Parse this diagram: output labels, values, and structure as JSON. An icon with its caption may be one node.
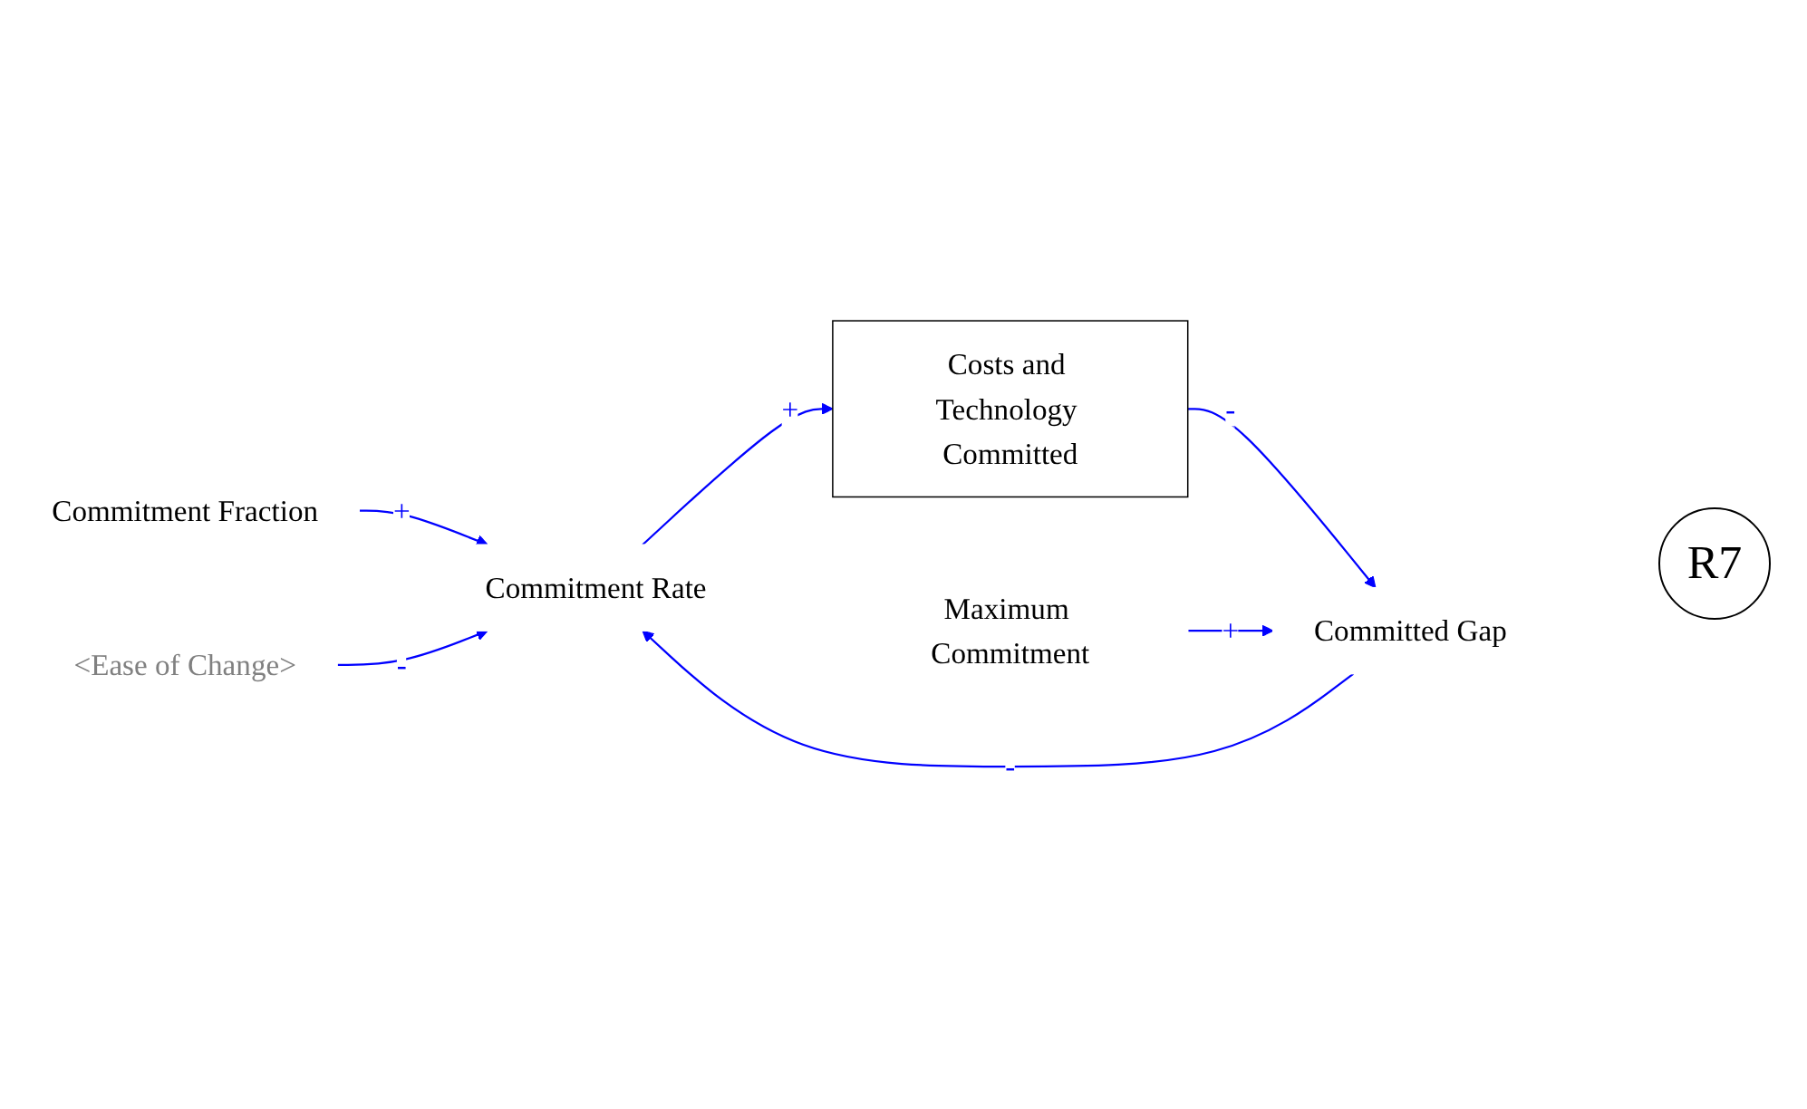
{
  "diagram": {
    "nodes": [
      {
        "text": [
          "Commitment Fraction"
        ]
      },
      {
        "text": [
          "<Ease of Change>"
        ]
      },
      {
        "text": [
          "Commitment Rate"
        ]
      },
      {
        "text": [
          "Costs and Technology Committed"
        ]
      },
      {
        "text": [
          "Committed Gap"
        ]
      },
      {
        "text": [
          "Maximum Commitment"
        ]
      }
    ],
    "edges": [
      {
        "from": 0,
        "to": 2,
        "arrow": "to",
        "label": "+"
      },
      {
        "from": 1,
        "to": 2,
        "arrow": "to",
        "label": "-"
      },
      {
        "from": 2,
        "to": 3,
        "arrow": "to",
        "label": "+"
      },
      {
        "from": 3,
        "to": 4,
        "arrow": "to",
        "label": "-"
      },
      {
        "from": 4,
        "to": 2,
        "arrow": "to",
        "label": "-"
      },
      {
        "from": 5,
        "to": 4,
        "arrow": "to",
        "label": "+"
      }
    ],
    "labels": [
      "R7"
    ]
  }
}
